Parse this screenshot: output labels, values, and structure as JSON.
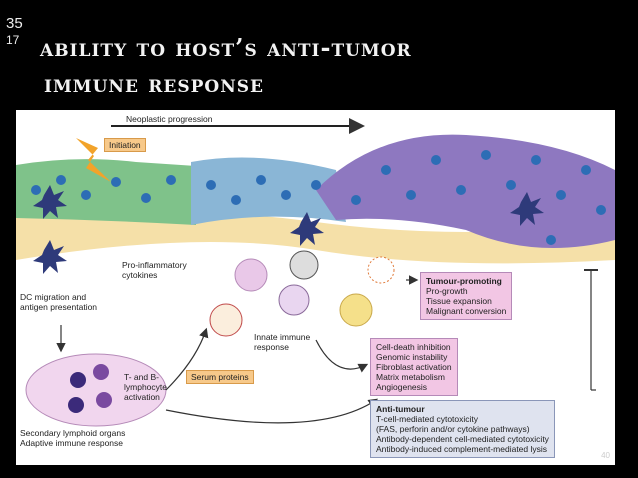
{
  "slide": {
    "number_top": "35",
    "number_sub": "17",
    "title_line1": "Ability to Host’s Anti-Tumor",
    "title_line2": "Immune Response",
    "page_number": "40"
  },
  "figure": {
    "neoplastic_progression": "Neoplastic progression",
    "initiation": "Initiation",
    "pro_inflammatory": [
      "Pro-inflammatory",
      "cytokines"
    ],
    "dc_migration": [
      "DC migration and",
      "antigen presentation"
    ],
    "t_b_activation": [
      "T- and B-",
      "lymphocyte",
      "activation"
    ],
    "secondary_lymphoid": [
      "Secondary lymphoid organs",
      "Adaptive immune response"
    ],
    "serum_proteins": "Serum proteins",
    "innate_immune": [
      "Innate immune",
      "response"
    ],
    "tumour_promoting": {
      "header": "Tumour-promoting",
      "items": [
        "Pro-growth",
        "Tissue expansion",
        "Malignant conversion"
      ]
    },
    "cell_death_box": [
      "Cell-death inhibition",
      "Genomic instability",
      "Fibroblast activation",
      "Matrix metabolism",
      "Angiogenesis"
    ],
    "anti_tumour": {
      "header": "Anti-tumour",
      "items": [
        "T-cell-mediated cytotoxicity",
        "(FAS, perforin and/or cytokine pathways)",
        "Antibody-dependent cell-mediated cytotoxicity",
        "Antibody-induced complement-mediated lysis"
      ]
    }
  }
}
